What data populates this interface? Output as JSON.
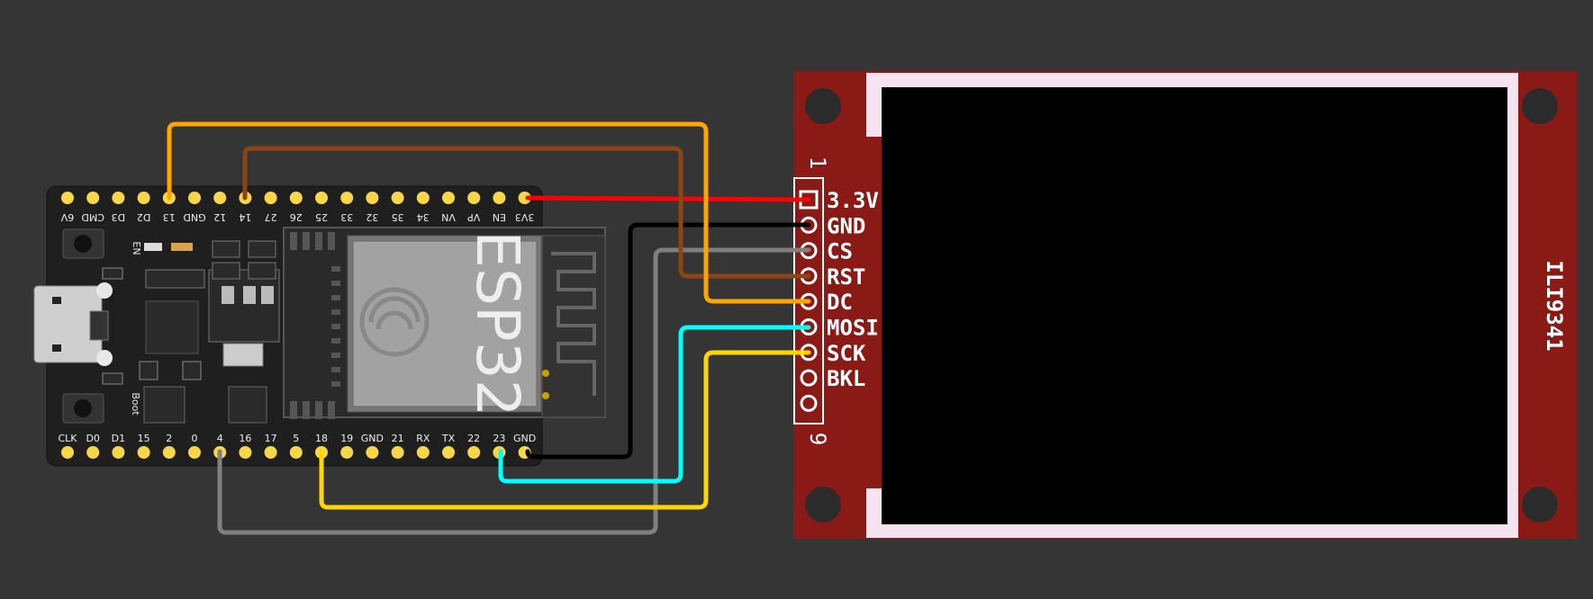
{
  "esp32": {
    "module_label": "ESP32",
    "en_label": "EN",
    "boot_label": "Boot",
    "top_pins": [
      "6V",
      "CMD",
      "D3",
      "D2",
      "13",
      "GND",
      "12",
      "14",
      "27",
      "26",
      "25",
      "33",
      "32",
      "35",
      "34",
      "VN",
      "VP",
      "EN",
      "3V3"
    ],
    "bottom_pins": [
      "CLK",
      "D0",
      "D1",
      "15",
      "2",
      "0",
      "4",
      "16",
      "17",
      "5",
      "18",
      "19",
      "GND",
      "21",
      "RX",
      "TX",
      "22",
      "23",
      "GND"
    ]
  },
  "display": {
    "name": "ILI9341",
    "pin_first": "1",
    "pin_last": "9",
    "pins": [
      "3.3V",
      "GND",
      "CS",
      "RST",
      "DC",
      "MOSI",
      "SCK",
      "BKL"
    ]
  },
  "colors": {
    "background": "#353535",
    "board": "#1f1f1f",
    "pcb_red": "#8a1a16",
    "pin_yellow": "#f7d64a",
    "wire_3v3": "#ff0000",
    "wire_gnd": "#000000",
    "wire_cs": "#808080",
    "wire_rst": "#8b4513",
    "wire_dc": "#ffa500",
    "wire_mosi": "#00ffff",
    "wire_sck": "#ffd700"
  },
  "connections": [
    {
      "from": "3V3",
      "to": "3.3V",
      "color": "red"
    },
    {
      "from": "GND",
      "to": "GND",
      "color": "black"
    },
    {
      "from": "4",
      "to": "CS",
      "color": "gray"
    },
    {
      "from": "14",
      "to": "RST",
      "color": "brown"
    },
    {
      "from": "13",
      "to": "DC",
      "color": "orange"
    },
    {
      "from": "23",
      "to": "MOSI",
      "color": "cyan"
    },
    {
      "from": "18",
      "to": "SCK",
      "color": "gold"
    }
  ]
}
